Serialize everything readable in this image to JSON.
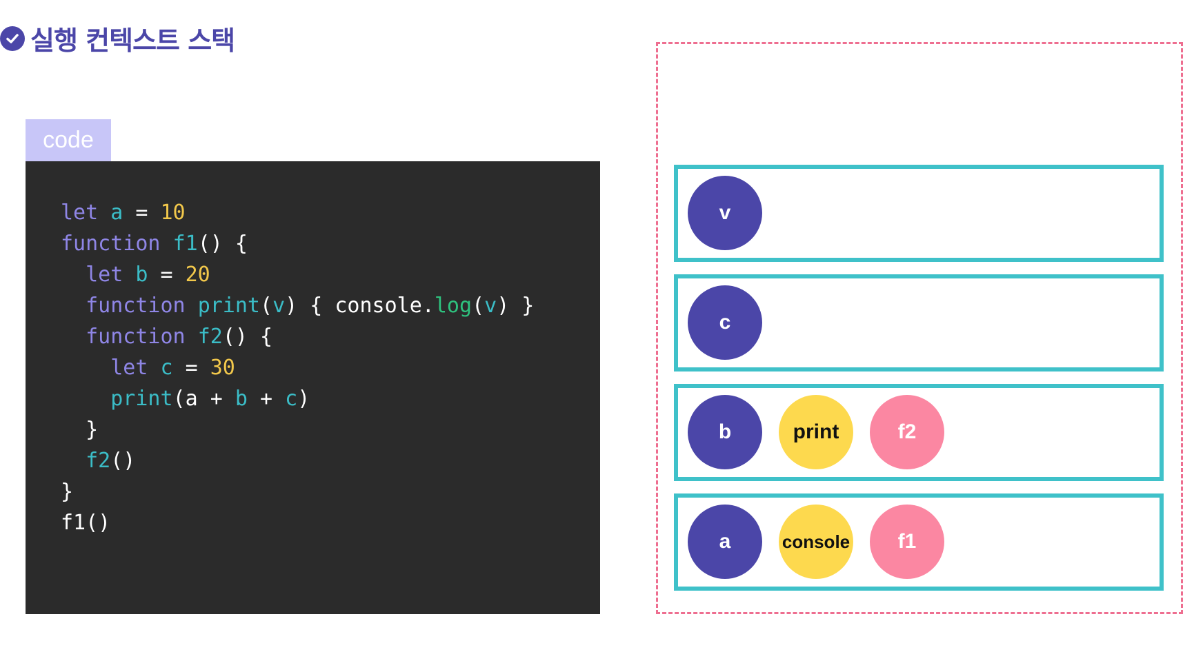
{
  "title": {
    "text": "실행 컨텍스트 스택",
    "icon": "check-circle-icon",
    "color": "#4b46a8"
  },
  "code": {
    "tab_label": "code",
    "lines": [
      [
        {
          "t": "let ",
          "c": "kw"
        },
        {
          "t": "a",
          "c": "id"
        },
        {
          "t": " = ",
          "c": "plain"
        },
        {
          "t": "10",
          "c": "num"
        }
      ],
      [
        {
          "t": "function ",
          "c": "kw"
        },
        {
          "t": "f1",
          "c": "id"
        },
        {
          "t": "() {",
          "c": "plain"
        }
      ],
      [
        {
          "t": "  let ",
          "c": "kw"
        },
        {
          "t": "b",
          "c": "id"
        },
        {
          "t": " = ",
          "c": "plain"
        },
        {
          "t": "20",
          "c": "num"
        }
      ],
      [
        {
          "t": "  function ",
          "c": "kw"
        },
        {
          "t": "print",
          "c": "id"
        },
        {
          "t": "(",
          "c": "plain"
        },
        {
          "t": "v",
          "c": "id"
        },
        {
          "t": ") { console.",
          "c": "plain"
        },
        {
          "t": "log",
          "c": "fn-log"
        },
        {
          "t": "(",
          "c": "plain"
        },
        {
          "t": "v",
          "c": "id"
        },
        {
          "t": ") }",
          "c": "plain"
        }
      ],
      [
        {
          "t": "  function ",
          "c": "kw"
        },
        {
          "t": "f2",
          "c": "id"
        },
        {
          "t": "() {",
          "c": "plain"
        }
      ],
      [
        {
          "t": "    let ",
          "c": "kw"
        },
        {
          "t": "c",
          "c": "id"
        },
        {
          "t": " = ",
          "c": "plain"
        },
        {
          "t": "30",
          "c": "num"
        }
      ],
      [
        {
          "t": "    ",
          "c": "plain"
        },
        {
          "t": "print",
          "c": "id"
        },
        {
          "t": "(a + ",
          "c": "plain"
        },
        {
          "t": "b",
          "c": "id"
        },
        {
          "t": " + ",
          "c": "plain"
        },
        {
          "t": "c",
          "c": "id"
        },
        {
          "t": ")",
          "c": "plain"
        }
      ],
      [
        {
          "t": "  }",
          "c": "plain"
        }
      ],
      [
        {
          "t": "  ",
          "c": "plain"
        },
        {
          "t": "f2",
          "c": "id"
        },
        {
          "t": "()",
          "c": "plain"
        }
      ],
      [
        {
          "t": "}",
          "c": "plain"
        }
      ],
      [
        {
          "t": "f1()",
          "c": "plain"
        }
      ]
    ]
  },
  "stack": {
    "frames": [
      {
        "name": "frame-print",
        "items": [
          {
            "label": "v",
            "kind": "var"
          }
        ]
      },
      {
        "name": "frame-f2",
        "items": [
          {
            "label": "c",
            "kind": "var"
          }
        ]
      },
      {
        "name": "frame-f1",
        "items": [
          {
            "label": "b",
            "kind": "var"
          },
          {
            "label": "print",
            "kind": "func-yellow"
          },
          {
            "label": "f2",
            "kind": "func"
          }
        ]
      },
      {
        "name": "frame-global",
        "items": [
          {
            "label": "a",
            "kind": "var"
          },
          {
            "label": "console",
            "kind": "obj"
          },
          {
            "label": "f1",
            "kind": "func"
          }
        ]
      }
    ]
  },
  "colors": {
    "variable": "#4b46a8",
    "object": "#fdd94e",
    "function": "#fb87a2",
    "frame_border": "#3fc1c9",
    "stack_border": "#ee6e90",
    "code_bg": "#2b2b2b"
  }
}
